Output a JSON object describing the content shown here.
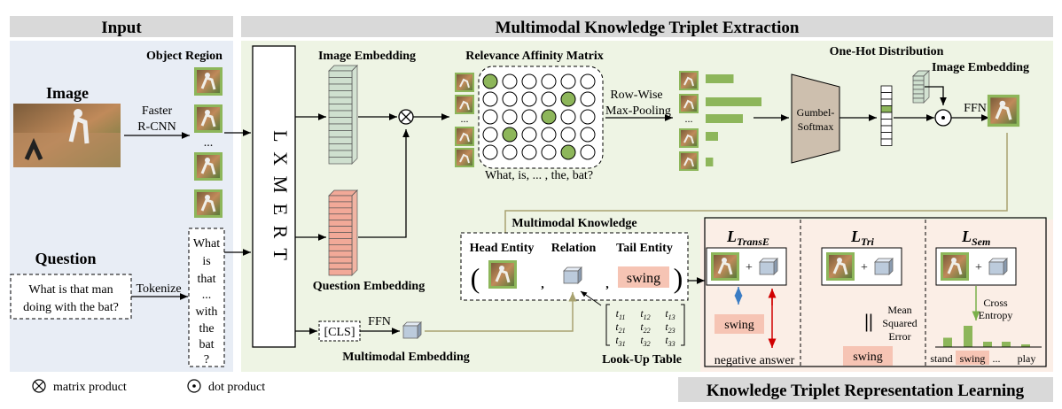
{
  "sections": {
    "input": "Input",
    "extraction": "Multimodal Knowledge Triplet Extraction",
    "representation": "Knowledge Triplet Representation Learning"
  },
  "input": {
    "image_label": "Image",
    "object_region": "Object Region",
    "detector": [
      "Faster",
      "R-CNN"
    ],
    "dots": "...",
    "question_label": "Question",
    "question_text": [
      "What is that man",
      "doing with the bat?"
    ],
    "tokenize": "Tokenize",
    "tokens": [
      "What",
      "is",
      "that",
      "...",
      "with",
      "the",
      "bat",
      "?"
    ]
  },
  "encoder": {
    "name": "L X M E R T"
  },
  "embeddings": {
    "image": "Image Embedding",
    "question": "Question Embedding",
    "cls": "[CLS]",
    "ffn": "FFN",
    "multimodal": "Multimodal Embedding",
    "image_right": "Image Embedding",
    "ffn_right": "FFN"
  },
  "matrix": {
    "title": "Relevance Affinity Matrix",
    "caption": "What, is, ... , the, bat?",
    "row_wise": [
      "Row-Wise",
      "Max-Pooling"
    ],
    "dots": "..."
  },
  "onehot": {
    "title": "One-Hot Distribution",
    "gumbel": [
      "Gumbel-",
      "Softmax"
    ],
    "bar_fractions": [
      0.45,
      0.9,
      0.6,
      0.2,
      0.12
    ]
  },
  "knowledge": {
    "title": "Multimodal Knowledge",
    "head": "Head Entity",
    "relation": "Relation",
    "tail": "Tail Entity",
    "tail_value": "swing",
    "open": "(",
    "close": ")",
    "comma": ","
  },
  "lookup": {
    "label": "Look-Up Table",
    "rows": [
      [
        "t11",
        "t12",
        "t13"
      ],
      [
        "t21",
        "t22",
        "t23"
      ],
      [
        "t31",
        "t32",
        "t33"
      ]
    ]
  },
  "losses": {
    "transe": {
      "L": "L",
      "sub": "TransE",
      "answer": "swing",
      "negative": "negative answer",
      "plus": "+"
    },
    "tri": {
      "L": "L",
      "sub": "Tri",
      "answer": "swing",
      "mse": [
        "Mean",
        "Squared",
        "Error"
      ],
      "parallel": "||",
      "plus": "+"
    },
    "sem": {
      "L": "L",
      "sub": "Sem",
      "cross": [
        "Cross",
        "Entropy"
      ],
      "axis": [
        "stand",
        "swing",
        "...",
        "play"
      ],
      "plus": "+",
      "bar_fractions": [
        0.35,
        0.8,
        0.2,
        0.2,
        0.1
      ]
    }
  },
  "legend": {
    "matrix_product": "matrix product",
    "dot_product": "dot product"
  },
  "colors": {
    "input_bg": "#e8edf5",
    "extraction_bg": "#eef4e4",
    "representation_bg": "#fbeee6",
    "title_bg": "#d9d9d9",
    "green": "#8db65a",
    "pink": "#f6c4b4",
    "img_emb": "#cfe0cf",
    "q_emb": "#f2a998",
    "gumbel": "#cdbfae",
    "arrow_gold": "#a8a270"
  }
}
